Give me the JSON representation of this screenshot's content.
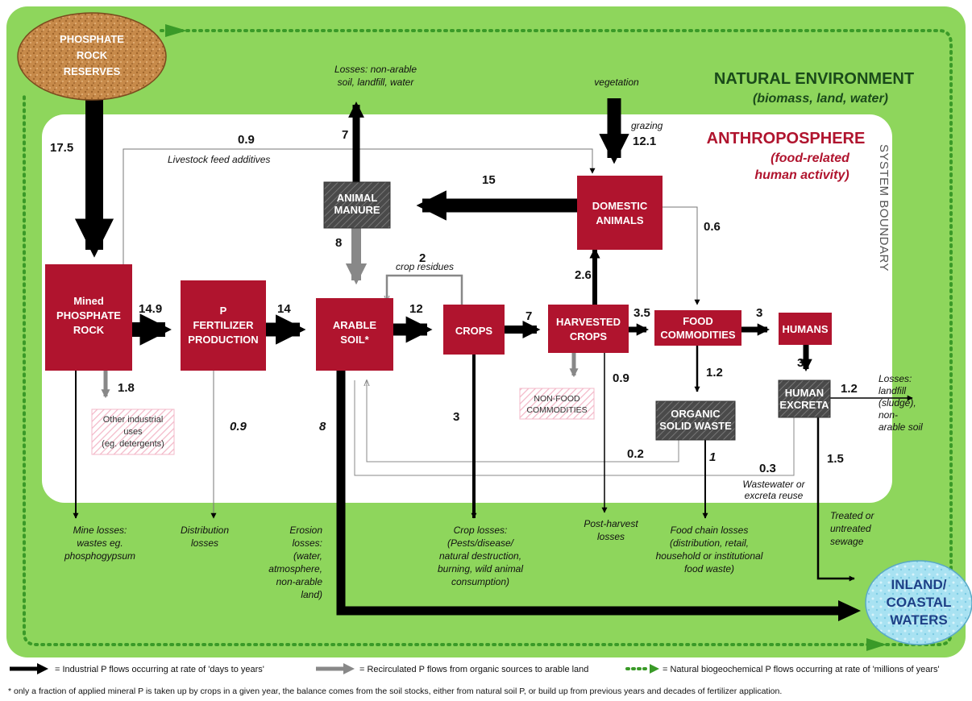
{
  "environment": {
    "title": "NATURAL ENVIRONMENT",
    "subtitle": "(biomass, land, water)",
    "system_boundary": "SYSTEM BOUNDARY"
  },
  "anthroposphere": {
    "title": "ANTHROPOSPHERE",
    "subtitle_1": "(food-related",
    "subtitle_2": "human activity)"
  },
  "nodes": {
    "phosphate_reserves": [
      "PHOSPHATE",
      "ROCK",
      "RESERVES"
    ],
    "mined_rock": [
      "Mined",
      "PHOSPHATE",
      "ROCK"
    ],
    "fertilizer": [
      "P",
      "FERTILIZER",
      "PRODUCTION"
    ],
    "arable_soil": [
      "ARABLE",
      "SOIL*"
    ],
    "crops": [
      "CROPS"
    ],
    "harvested": [
      "HARVESTED",
      "CROPS"
    ],
    "domestic": [
      "DOMESTIC",
      "ANIMALS"
    ],
    "food": [
      "FOOD",
      "COMMODITIES"
    ],
    "humans": [
      "HUMANS"
    ],
    "manure": [
      "ANIMAL",
      "MANURE"
    ],
    "organic_waste": [
      "ORGANIC",
      "SOLID WASTE"
    ],
    "excreta": [
      "HUMAN",
      "EXCRETA"
    ],
    "nonfood": [
      "NON-FOOD",
      "COMMODITIES"
    ],
    "other_uses": [
      "Other industrial",
      "uses",
      "(eg. detergents)"
    ],
    "waters": [
      "INLAND/",
      "COASTAL",
      "WATERS"
    ]
  },
  "flows": {
    "reserves_to_mined": "17.5",
    "feed_additives": "0.9",
    "mined_to_fertilizer": "14.9",
    "fertilizer_to_soil": "14",
    "soil_to_crops": "12",
    "crops_to_harvested": "7",
    "harvested_to_food": "3.5",
    "food_to_humans": "3",
    "humans_to_excreta": "3",
    "excreta_losses": "1.2",
    "excreta_to_waters": "1.5",
    "wastewater_reuse": "0.3",
    "waste_to_soil": "0.2",
    "food_to_waste": "1.2",
    "food_chain_losses": "1",
    "harvested_to_animals": "2.6",
    "animals_to_food": "0.6",
    "grazing": "12.1",
    "animals_to_manure": "15",
    "manure_losses": "7",
    "manure_to_soil": "8",
    "crop_residues": "2",
    "crop_losses": "3",
    "post_harvest": "0.9",
    "erosion": "8",
    "distribution": "0.9",
    "industrial": "1.8"
  },
  "notes": {
    "livestock": "Livestock feed additives",
    "grazing": "grazing",
    "vegetation": "vegetation",
    "crop_residues": "crop residues",
    "wastewater": [
      "Wastewater or",
      "excreta reuse"
    ],
    "manure_losses": [
      "Losses: non-arable",
      "soil, landfill, water"
    ],
    "excreta_losses": [
      "Losses:",
      "landfill",
      "(sludge),",
      "non-",
      "arable soil"
    ],
    "mine_losses": [
      "Mine losses:",
      "wastes eg.",
      "phosphogypsum"
    ],
    "distribution_losses": [
      "Distribution",
      "losses"
    ],
    "erosion_losses": [
      "Erosion",
      "losses:",
      "(water,",
      "atmosphere,",
      "non-arable",
      "land)"
    ],
    "crop_losses": [
      "Crop losses:",
      "(Pests/disease/",
      "natural destruction,",
      "burning, wild animal",
      "consumption)"
    ],
    "post_harvest": [
      "Post-harvest",
      "losses"
    ],
    "food_chain": [
      "Food chain losses",
      "(distribution, retail,",
      "household or institutional",
      "food waste)"
    ],
    "sewage": [
      "Treated or",
      "untreated",
      "sewage"
    ]
  },
  "legend": {
    "industrial": "= Industrial P flows occurring at rate of 'days to years'",
    "recirculated": "= Recirculated P flows from organic sources to arable land",
    "natural": "= Natural biogeochemical P flows occurring at rate of 'millions of years'"
  },
  "footnote": "* only a fraction of applied mineral P is taken up by crops in a given year, the balance comes from the soil stocks, either from natural soil P, or build up from previous years and decades of fertilizer application.",
  "colors": {
    "environment": "#8ed65c",
    "anthroposphere": "#ffffff",
    "node": "#b0142e",
    "organic_node": "#555555",
    "industrial_flow": "#000000",
    "recirculated_flow": "#888888",
    "natural_flow": "#3a9a28",
    "waters": "#a8e2f2",
    "reserves": "#c78a4a"
  }
}
